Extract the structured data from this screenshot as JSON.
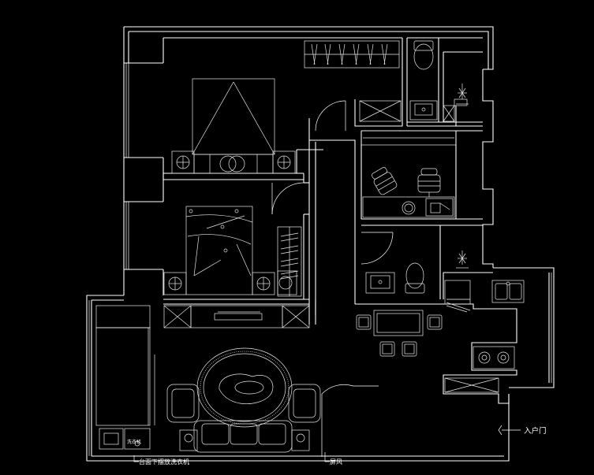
{
  "plan": {
    "labels": {
      "entry_door": "入户门",
      "washer_note": "台面下摆放洗衣机",
      "washer_box": "洗衣机",
      "screen": "屏风"
    }
  }
}
